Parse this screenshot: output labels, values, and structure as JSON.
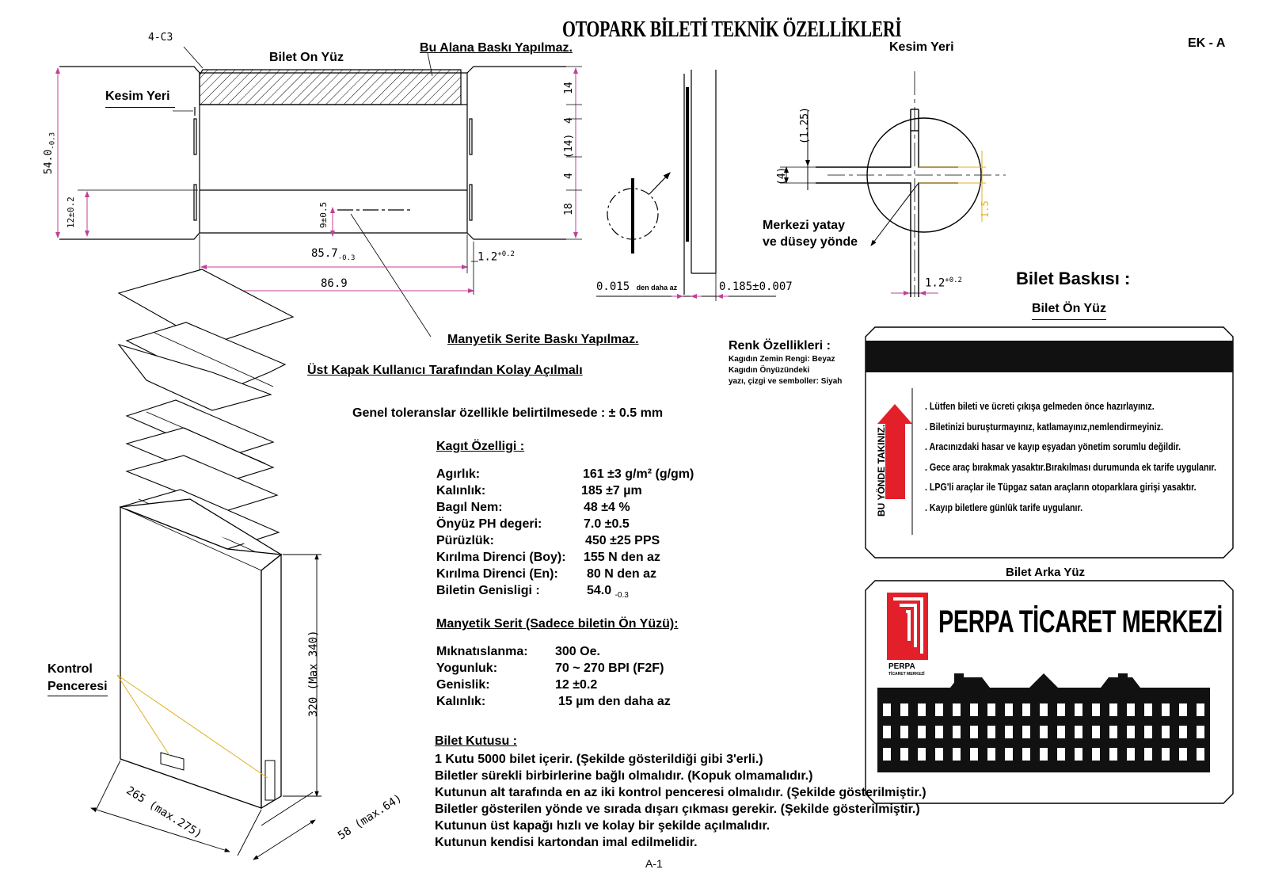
{
  "header": {
    "title": "OTOPARK BİLETİ TEKNİK ÖZELLİKLERİ",
    "annex": "EK - A",
    "page": "A-1"
  },
  "ticket_drawing": {
    "corner_label": "4-C3",
    "front_label": "Bilet On Yüz",
    "no_print_label": "Bu Alana Baskı Yapılmaz.",
    "cut_label": "Kesim Yeri",
    "dim_height": "54.0",
    "dim_height_tol_upper": "0",
    "dim_height_tol_lower": "-0.3",
    "dim_stripe": "12±0.2",
    "dim_stripe_center": "9±0.5",
    "dim_length": "85.7",
    "dim_length_tol_upper": "0",
    "dim_length_tol_lower": "-0.3",
    "dim_gap": "1.2",
    "dim_gap_tol": "+0.2",
    "dim_gap_tol_lower": "0",
    "dim_total": "86.9",
    "dim_right": [
      "14",
      "4",
      "(14)",
      "4",
      "18"
    ]
  },
  "section_drawing": {
    "dim_a": "0.015",
    "dim_a_note": "den daha az",
    "dim_b": "0.185±0.007"
  },
  "cut_detail": {
    "title": "Kesim Yeri",
    "dim_125": "(1.25)",
    "dim_4": "(4)",
    "dim_15": "1.5",
    "dim_gap": "1.2",
    "dim_gap_tol": "+0.2",
    "dim_gap_tol_lower": "0",
    "note_line1": "Merkezi yatay",
    "note_line2": "ve düsey yönde"
  },
  "notes": {
    "magnetic_no_print": "Manyetik Serite Baskı Yapılmaz.",
    "top_cover": "Üst Kapak Kullanıcı Tarafından Kolay Açılmalı",
    "tolerance": "Genel toleranslar özellikle belirtilmesede : ± 0.5 mm"
  },
  "color_specs": {
    "title": "Renk Özellikleri :",
    "line1": "Kagıdın Zemin Rengi: Beyaz",
    "line2": "Kagıdın Önyüzündeki",
    "line3": "yazı, çizgi ve semboller: Siyah"
  },
  "paper_specs": {
    "title": "Kagıt Özelligi :",
    "rows": [
      {
        "label": "Agırlık:",
        "value": "161 ±3 g/m² (g/gm)"
      },
      {
        "label": "Kalınlık:",
        "value": "185 ±7 µm"
      },
      {
        "label": "Bagıl Nem:",
        "value": "48  ±4 %"
      },
      {
        "label": "Önyüz PH degeri:",
        "value": "7.0 ±0.5"
      },
      {
        "label": "Pürüzlük:",
        "value": "450 ±25 PPS"
      },
      {
        "label": "Kırılma Direnci (Boy):",
        "value": "155 N  den az"
      },
      {
        "label": "Kırılma Direnci (En):",
        "value": "80 N  den az"
      },
      {
        "label": "Biletin Genisligi :",
        "value": "54.0"
      }
    ],
    "width_tol_upper": "0",
    "width_tol_lower": "-0.3"
  },
  "magnetic_specs": {
    "title": "Manyetik Serit (Sadece biletin Ön Yüzü):",
    "rows": [
      {
        "label": "Mıknatıslanma:",
        "value": "300 Oe."
      },
      {
        "label": "Yogunluk:",
        "value": "70 ~ 270 BPI (F2F)"
      },
      {
        "label": "Genislik:",
        "value": "12  ±0.2"
      },
      {
        "label": "Kalınlık:",
        "value": "15 µm den daha az"
      }
    ]
  },
  "box_specs": {
    "title": "Bilet Kutusu :",
    "lines": [
      "1 Kutu 5000 bilet içerir. (Şekilde gösterildiği gibi 3'erli.)",
      "Biletler sürekli birbirlerine bağlı olmalıdır. (Kopuk olmamalıdır.)",
      "Kutunun alt tarafında en az iki kontrol penceresi olmalıdır. (Şekilde gösterilmiştir.)",
      "Biletler gösterilen yönde ve sırada dışarı çıkması gerekir. (Şekilde gösterilmiştir.)",
      "Kutunun üst kapağı hızlı ve kolay bir şekilde açılmalıdır.",
      "Kutunun kendisi kartondan imal edilmelidir."
    ]
  },
  "box_drawing": {
    "window_label_1": "Kontrol",
    "window_label_2": "Penceresi",
    "dim_height": "320 (Max 340)",
    "dim_width": "265 (max.275)",
    "dim_depth": "58 (max.64)"
  },
  "ticket_print": {
    "title": "Bilet Baskısı :",
    "front_title": "Bilet Ön Yüz",
    "direction": "BU YÖNDE TAKINIZ.",
    "lines": [
      ". Lütfen bileti ve ücreti çıkışa gelmeden önce hazırlayınız.",
      ". Biletinizi buruşturmayınız, katlamayınız,nemlendirmeyiniz.",
      ". Aracınızdaki hasar ve kayıp eşyadan yönetim sorumlu değildir.",
      ". Gece araç bırakmak yasaktır.Bırakılması durumunda ek tarife uygulanır.",
      ". LPG'li araçlar ile Tüpgaz satan araçların otoparklara girişi yasaktır.",
      ". Kayıp biletlere günlük tarife uygulanır."
    ],
    "back_title": "Bilet Arka Yüz",
    "brand": "PERPA TİCARET MERKEZİ",
    "logo_text": "PERPA",
    "logo_sub": "TİCARET MERKEZİ"
  },
  "colors": {
    "dimension": "#c0409a",
    "yellow": "#e0b020",
    "red": "#e3202a"
  }
}
